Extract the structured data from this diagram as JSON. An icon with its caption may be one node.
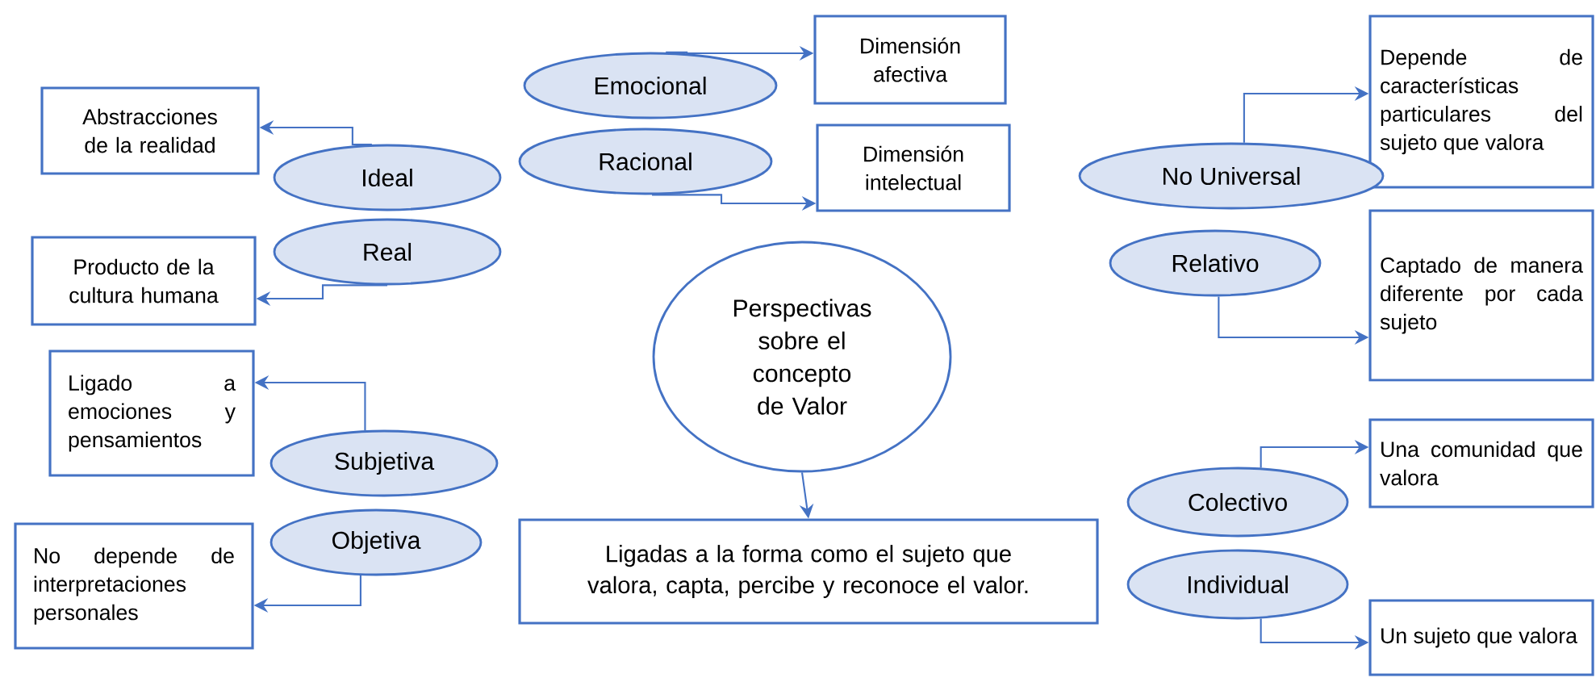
{
  "diagram": {
    "nodes": [
      {
        "text": [
          "Emocional"
        ]
      },
      {
        "text": [
          "Dimensión afectiva"
        ]
      },
      {
        "text": [
          "Abstracciones de la realidad"
        ]
      },
      {
        "text": [
          "Ideal"
        ]
      },
      {
        "text": [
          "Racional"
        ]
      },
      {
        "text": [
          "Dimensión intelectual"
        ]
      },
      {
        "text": [
          "Depende de características particulares del sujeto que valora"
        ]
      },
      {
        "text": [
          "No Universal"
        ]
      },
      {
        "text": [
          "Real"
        ]
      },
      {
        "text": [
          "Producto de la cultura humana"
        ]
      },
      {
        "text": [
          "Relativo"
        ]
      },
      {
        "text": [
          "Captado de manera diferente por cada sujeto"
        ]
      },
      {
        "text": [
          "Perspectivas sobre el concepto de Valor"
        ]
      },
      {
        "text": [
          "Ligado a emociones y pensamientos"
        ]
      },
      {
        "text": [
          "Subjetiva"
        ]
      },
      {
        "text": [
          "Objetiva"
        ]
      },
      {
        "text": [
          "No depende de interpretaciones personales"
        ]
      },
      {
        "text": [
          "Ligadas a la forma como el sujeto que valora, capta, percibe y reconoce el valor."
        ]
      },
      {
        "text": [
          "Colectivo"
        ]
      },
      {
        "text": [
          "Una comunidad que valora"
        ]
      },
      {
        "text": [
          "Individual"
        ]
      },
      {
        "text": [
          "Un sujeto que valora"
        ]
      }
    ],
    "edges": [
      {
        "from": 0,
        "to": 1,
        "arrow": "to"
      },
      {
        "from": 3,
        "to": 2,
        "arrow": "to"
      },
      {
        "from": 4,
        "to": 5,
        "arrow": "to"
      },
      {
        "from": 7,
        "to": 6,
        "arrow": "to"
      },
      {
        "from": 8,
        "to": 9,
        "arrow": "to"
      },
      {
        "from": 10,
        "to": 11,
        "arrow": "to"
      },
      {
        "from": 12,
        "to": 17,
        "arrow": "to"
      },
      {
        "from": 14,
        "to": 13,
        "arrow": "to"
      },
      {
        "from": 15,
        "to": 16,
        "arrow": "to"
      },
      {
        "from": 18,
        "to": 19,
        "arrow": "to"
      },
      {
        "from": 20,
        "to": 21,
        "arrow": "to"
      }
    ]
  }
}
